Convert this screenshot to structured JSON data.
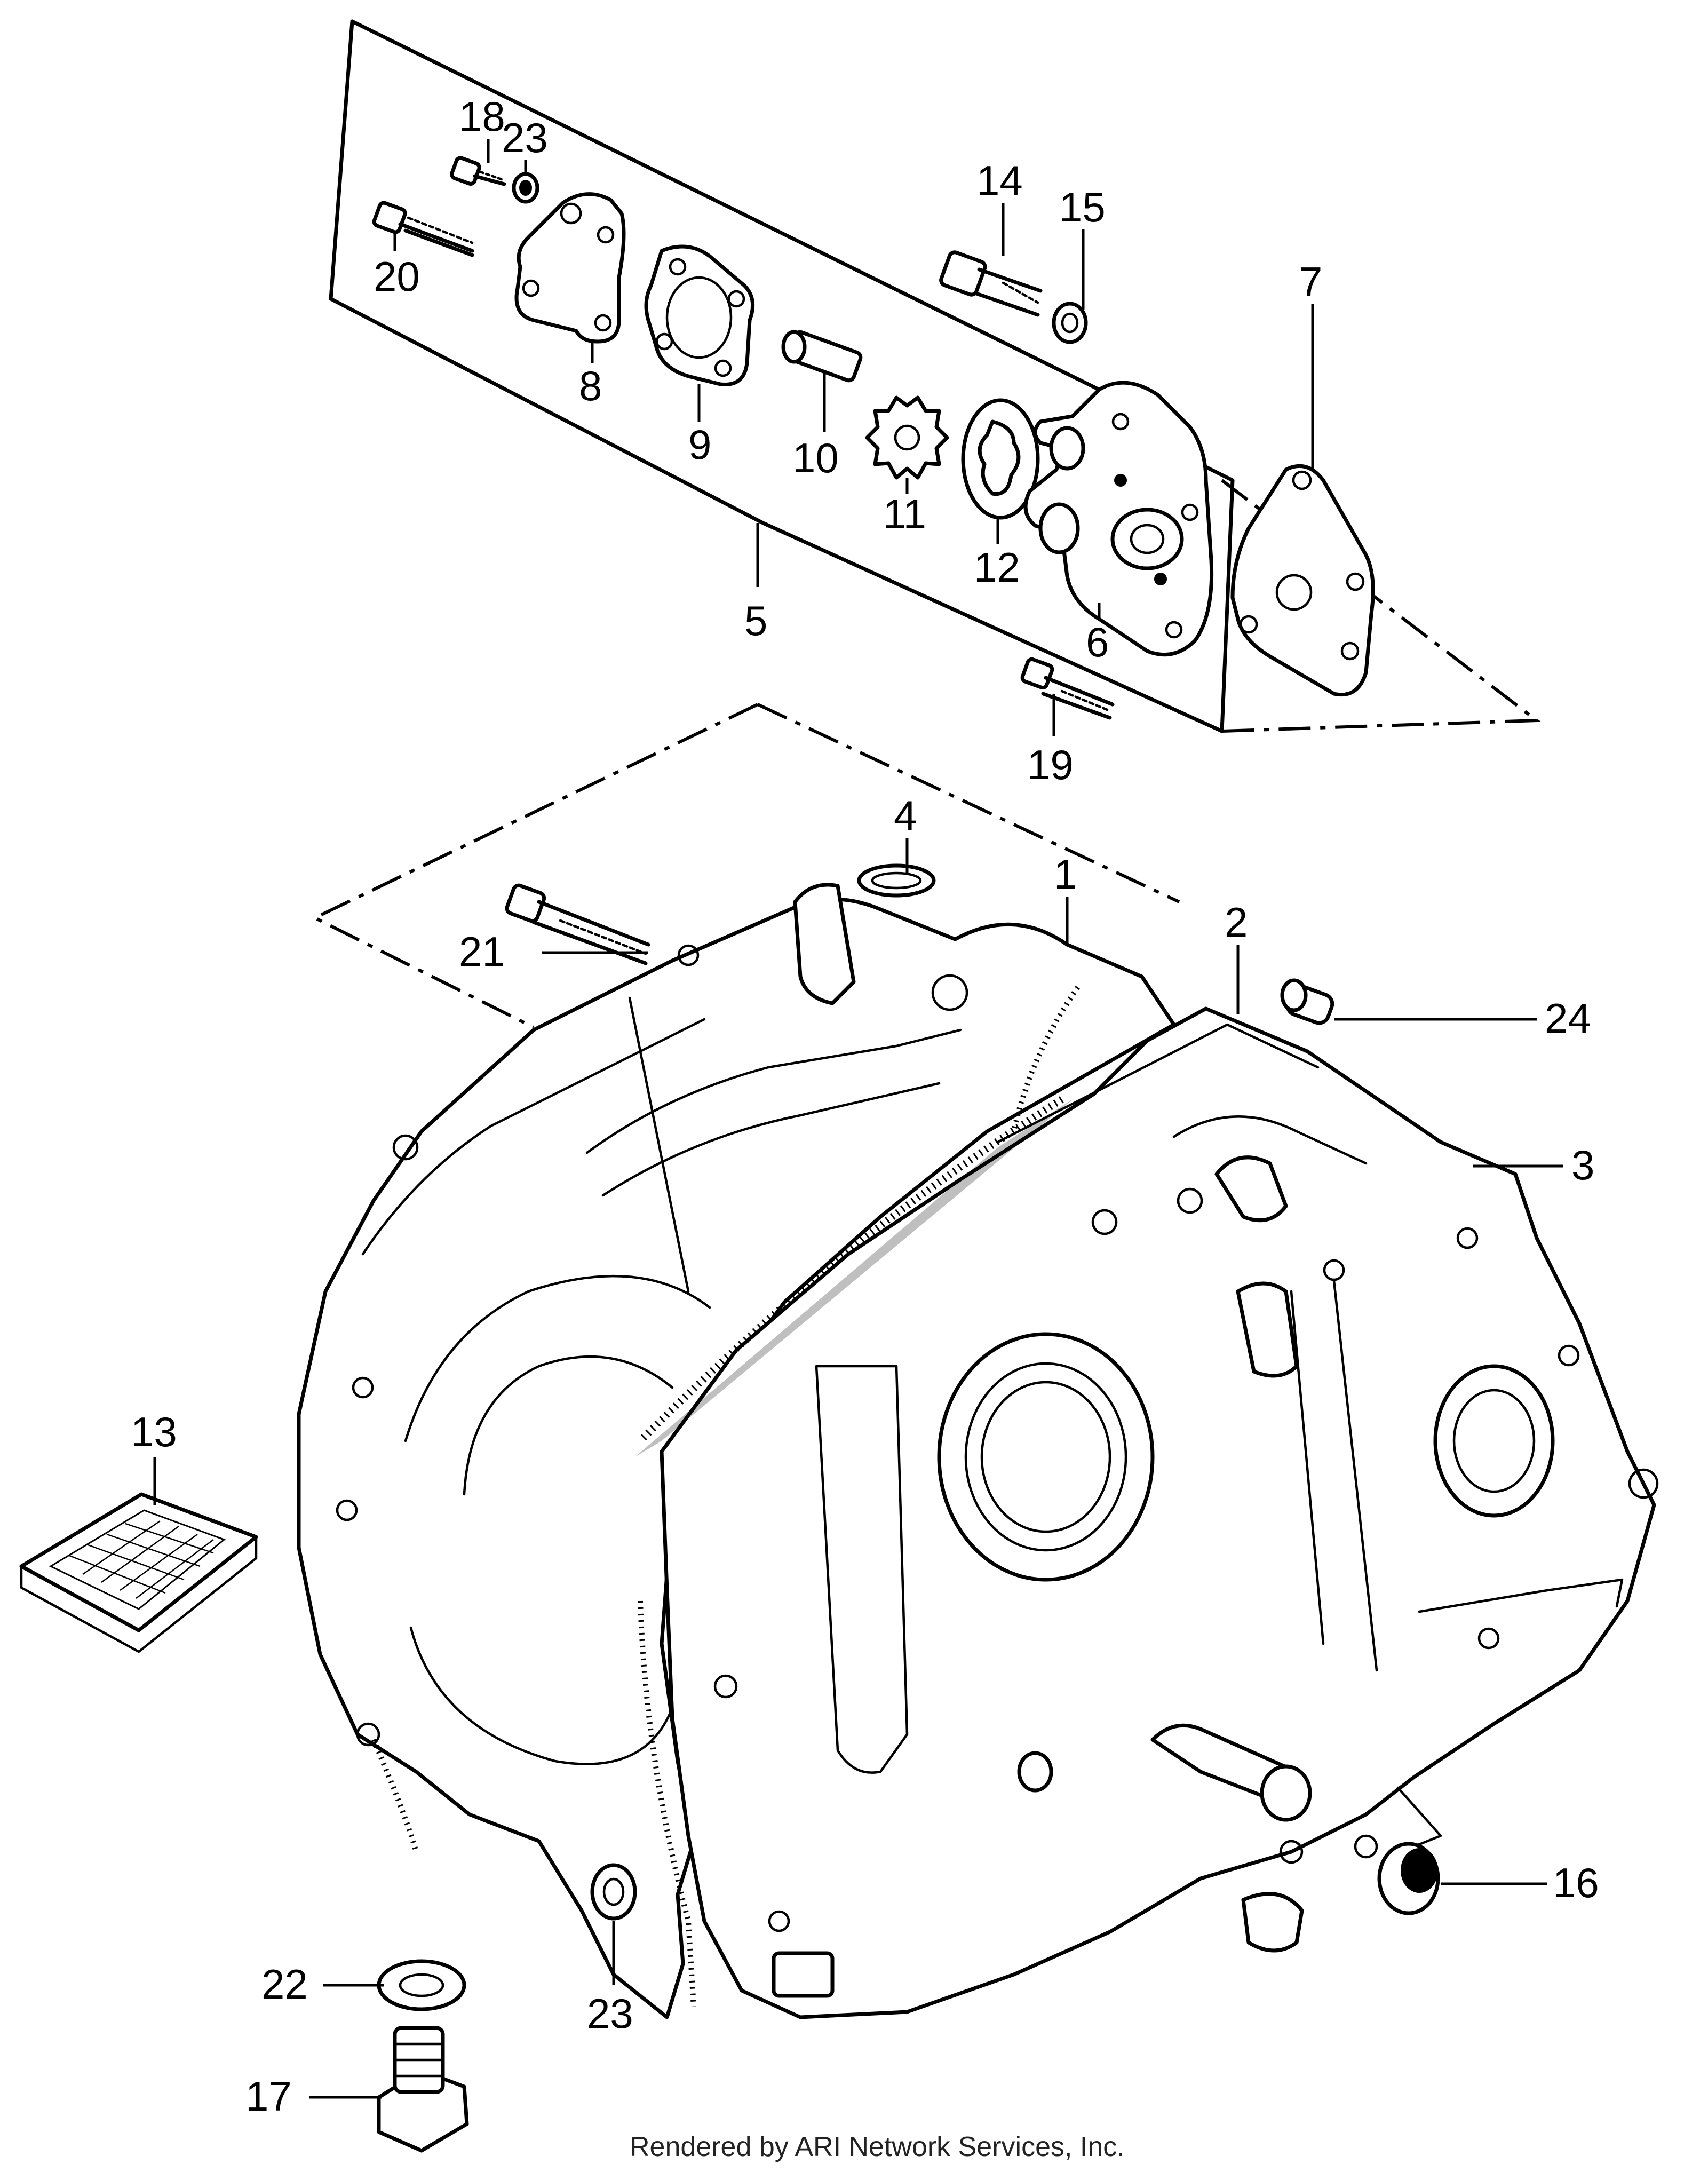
{
  "callouts": [
    {
      "id": "c1",
      "text": "1"
    },
    {
      "id": "c2",
      "text": "2"
    },
    {
      "id": "c3",
      "text": "3"
    },
    {
      "id": "c4",
      "text": "4"
    },
    {
      "id": "c5",
      "text": "5"
    },
    {
      "id": "c6",
      "text": "6"
    },
    {
      "id": "c7",
      "text": "7"
    },
    {
      "id": "c8",
      "text": "8"
    },
    {
      "id": "c9",
      "text": "9"
    },
    {
      "id": "c10",
      "text": "10"
    },
    {
      "id": "c11",
      "text": "11"
    },
    {
      "id": "c12",
      "text": "12"
    },
    {
      "id": "c13",
      "text": "13"
    },
    {
      "id": "c14",
      "text": "14"
    },
    {
      "id": "c15",
      "text": "15"
    },
    {
      "id": "c16",
      "text": "16"
    },
    {
      "id": "c17",
      "text": "17"
    },
    {
      "id": "c18",
      "text": "18"
    },
    {
      "id": "c19",
      "text": "19"
    },
    {
      "id": "c20",
      "text": "20"
    },
    {
      "id": "c21",
      "text": "21"
    },
    {
      "id": "c22",
      "text": "22"
    },
    {
      "id": "c23a",
      "text": "23"
    },
    {
      "id": "c23b",
      "text": "23"
    },
    {
      "id": "c24",
      "text": "24"
    }
  ],
  "footer": "Rendered by ARI Network Services, Inc."
}
